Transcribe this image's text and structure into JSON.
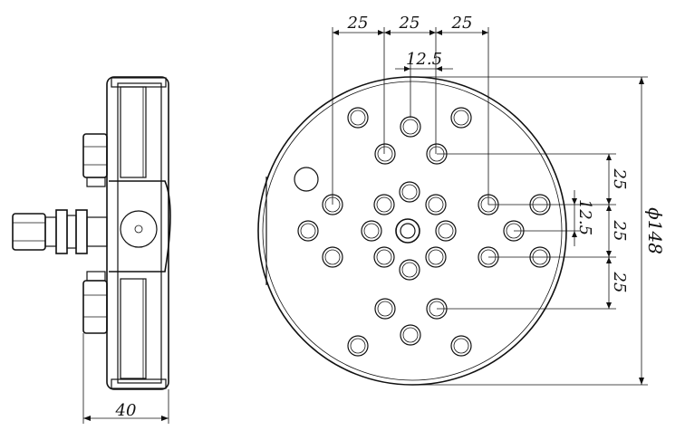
{
  "drawing": {
    "side_view": {
      "width_label": "40"
    },
    "front_view": {
      "diameter_label": "ϕ148",
      "top_pitch_labels": [
        "25",
        "25",
        "25"
      ],
      "top_offset_label": "12.5",
      "right_offset_label": "12.5",
      "right_pitch_labels": [
        "25",
        "25",
        "25"
      ]
    }
  }
}
